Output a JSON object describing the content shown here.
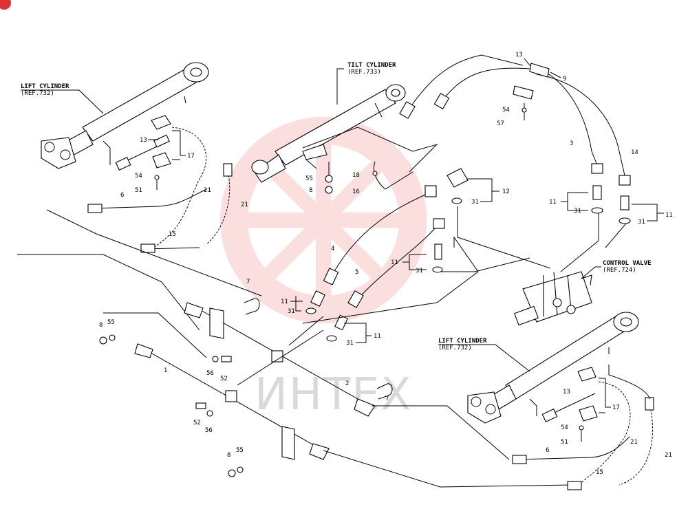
{
  "title_labels": {
    "lift_cylinder_1": "LIFT CYLINDER",
    "lift_cylinder_1_ref": "(REF.732)",
    "tilt_cylinder": "TILT CYLINDER",
    "tilt_cylinder_ref": "(REF.733)",
    "control_valve": "CONTROL VALVE",
    "control_valve_ref": "(REF.724)",
    "lift_cylinder_2": "LIFT CYLINDER",
    "lift_cylinder_2_ref": "(REF.732)"
  },
  "watermark": {
    "text": "ИНТЕХ",
    "color": "#f4a3a3"
  },
  "callouts": {
    "c1": "1",
    "c2": "2",
    "c3": "3",
    "c4": "4",
    "c5": "5",
    "c6a": "6",
    "c6b": "6",
    "c7a": "7",
    "c7b": "7",
    "c8a": "8",
    "c8b": "8",
    "c8c": "8",
    "c9": "9",
    "c11a": "11",
    "c11b": "11",
    "c11c": "11",
    "c11d": "11",
    "c11e": "11",
    "c12": "12",
    "c13a": "13",
    "c13b": "13",
    "c13c": "13",
    "c14": "14",
    "c15a": "15",
    "c15b": "15",
    "c16": "16",
    "c17a": "17",
    "c17b": "17",
    "c18": "18",
    "c21a": "21",
    "c21b": "21",
    "c21c": "21",
    "c21d": "21",
    "c31a": "31",
    "c31b": "31",
    "c31c": "31",
    "c31d": "31",
    "c31e": "31",
    "c31f": "31",
    "c51a": "51",
    "c51b": "51",
    "c52a": "52",
    "c52b": "52",
    "c54a": "54",
    "c54b": "54",
    "c54c": "54",
    "c55a": "55",
    "c55b": "55",
    "c55c": "55",
    "c56a": "56",
    "c56b": "56",
    "c57": "57"
  },
  "colors": {
    "line": "#000000",
    "badge": "#e03030"
  }
}
